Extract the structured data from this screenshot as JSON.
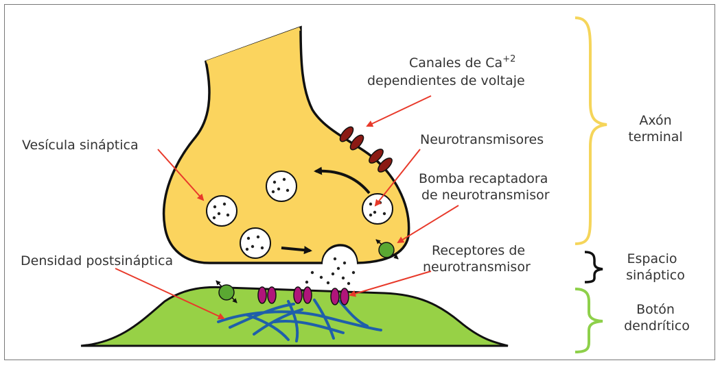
{
  "labels": {
    "canales_line1": "Canales de Ca",
    "canales_sup": "+2",
    "canales_line2": "dependientes de voltaje",
    "vesicula": "Vesícula sináptica",
    "neurotransmisores": "Neurotransmisores",
    "bomba_line1": "Bomba recaptadora",
    "bomba_line2": "de neurotransmisor",
    "densidad": "Densidad postsináptica",
    "receptores_line1": "Receptores de",
    "receptores_line2": "neurotransmisor"
  },
  "regions": {
    "axon_line1": "Axón",
    "axon_line2": "terminal",
    "espacio_line1": "Espacio",
    "espacio_line2": "sináptico",
    "boton_line1": "Botón",
    "boton_line2": "dendrítico"
  },
  "colors": {
    "axon_fill": "#fbd45e",
    "dendrite_fill": "#97d146",
    "outline": "#111111",
    "ca_channel": "#8b1a14",
    "receptor": "#b0157a",
    "pump": "#5aa832",
    "pointer_arrow": "#e8392a",
    "brace_axon": "#f5d55a",
    "brace_espacio": "#111111",
    "brace_boton": "#8ed04a",
    "cytoskeleton": "#1f5faa"
  }
}
